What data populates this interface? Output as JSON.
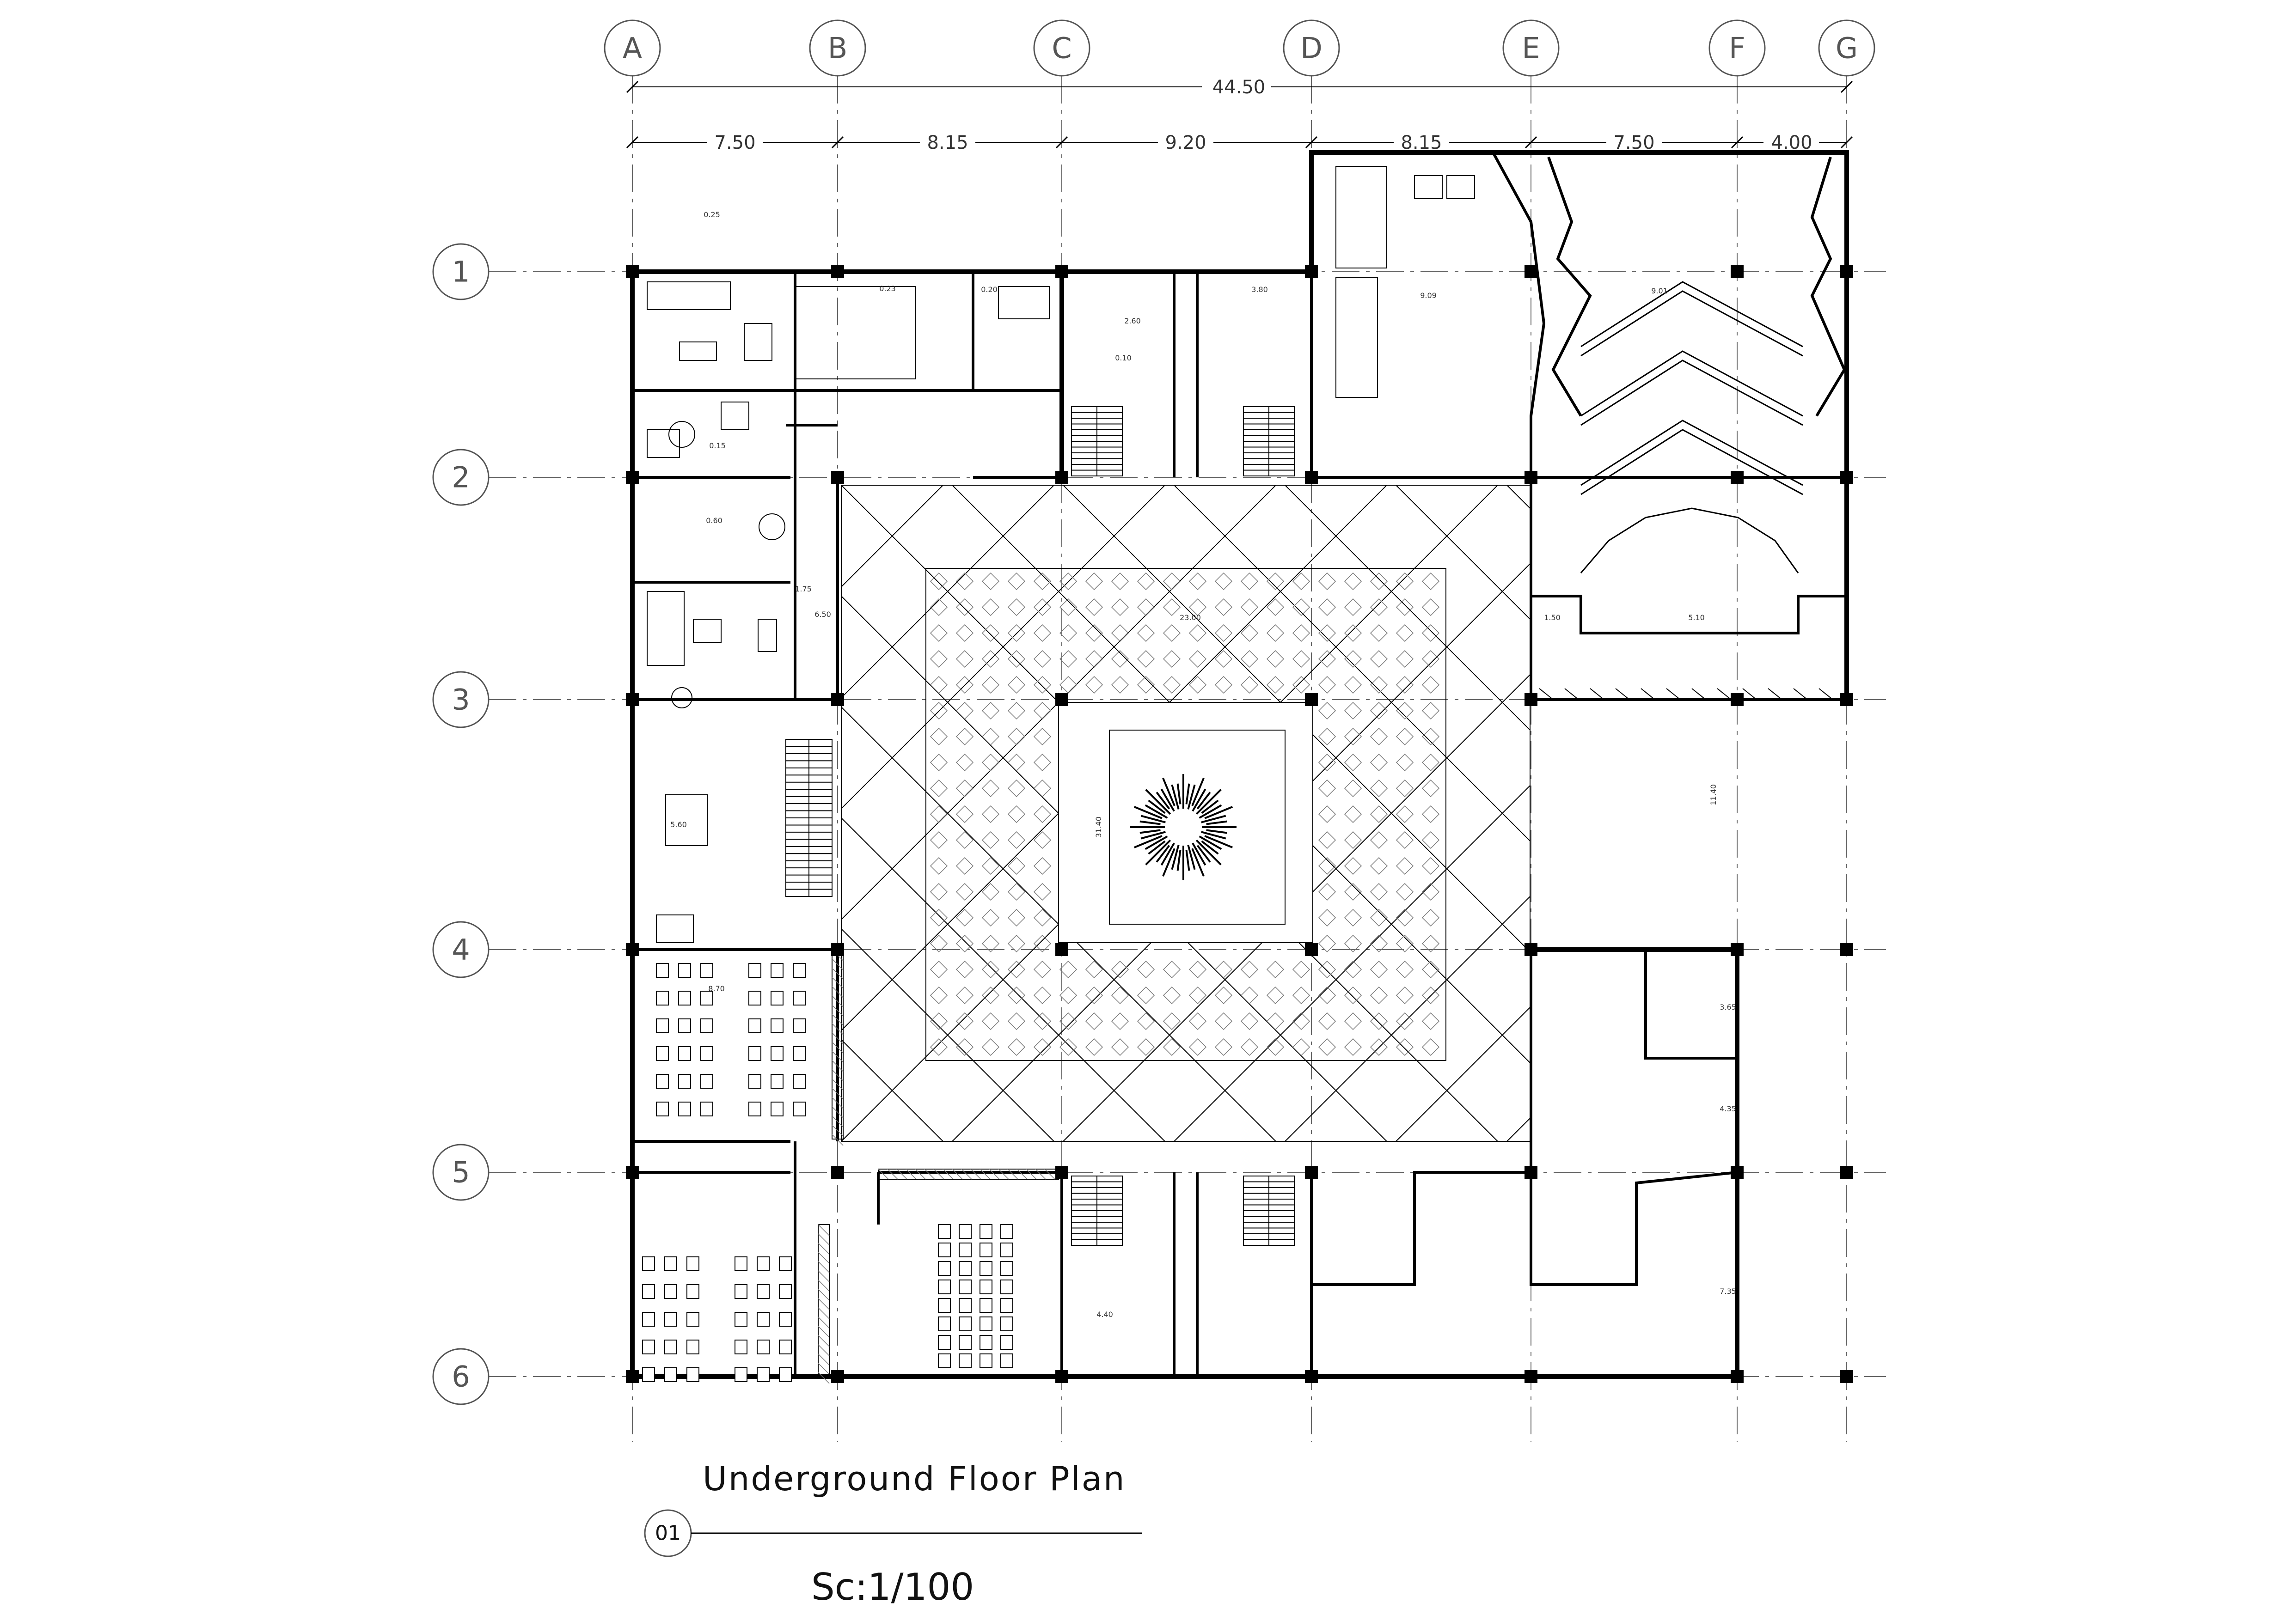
{
  "drawing": {
    "title": "Underground Floor Plan",
    "number": "01",
    "scale": "Sc:1/100"
  },
  "grid": {
    "columns": [
      "A",
      "B",
      "C",
      "D",
      "E",
      "F",
      "G"
    ],
    "rows": [
      "1",
      "2",
      "3",
      "4",
      "5",
      "6"
    ]
  },
  "dimensions": {
    "overall": "44.50",
    "spans": [
      "7.50",
      "8.15",
      "9.20",
      "8.15",
      "7.50",
      "4.00"
    ]
  },
  "annotations": {
    "courtyard_width": "23.00",
    "courtyard_height": "31.40",
    "right_block_height": "11.40",
    "hall_width_1": "9.09",
    "hall_width_2": "9.01",
    "hall_stage": "5.10",
    "small_values": [
      "0.25",
      "0.23",
      "0.20",
      "0.15",
      "0.60",
      "1.75",
      "6.50",
      "5.60",
      "8.70",
      "3.65",
      "4.35",
      "7.35",
      "4.40",
      "1.50",
      "3.80",
      "2.60",
      "0.10"
    ]
  }
}
